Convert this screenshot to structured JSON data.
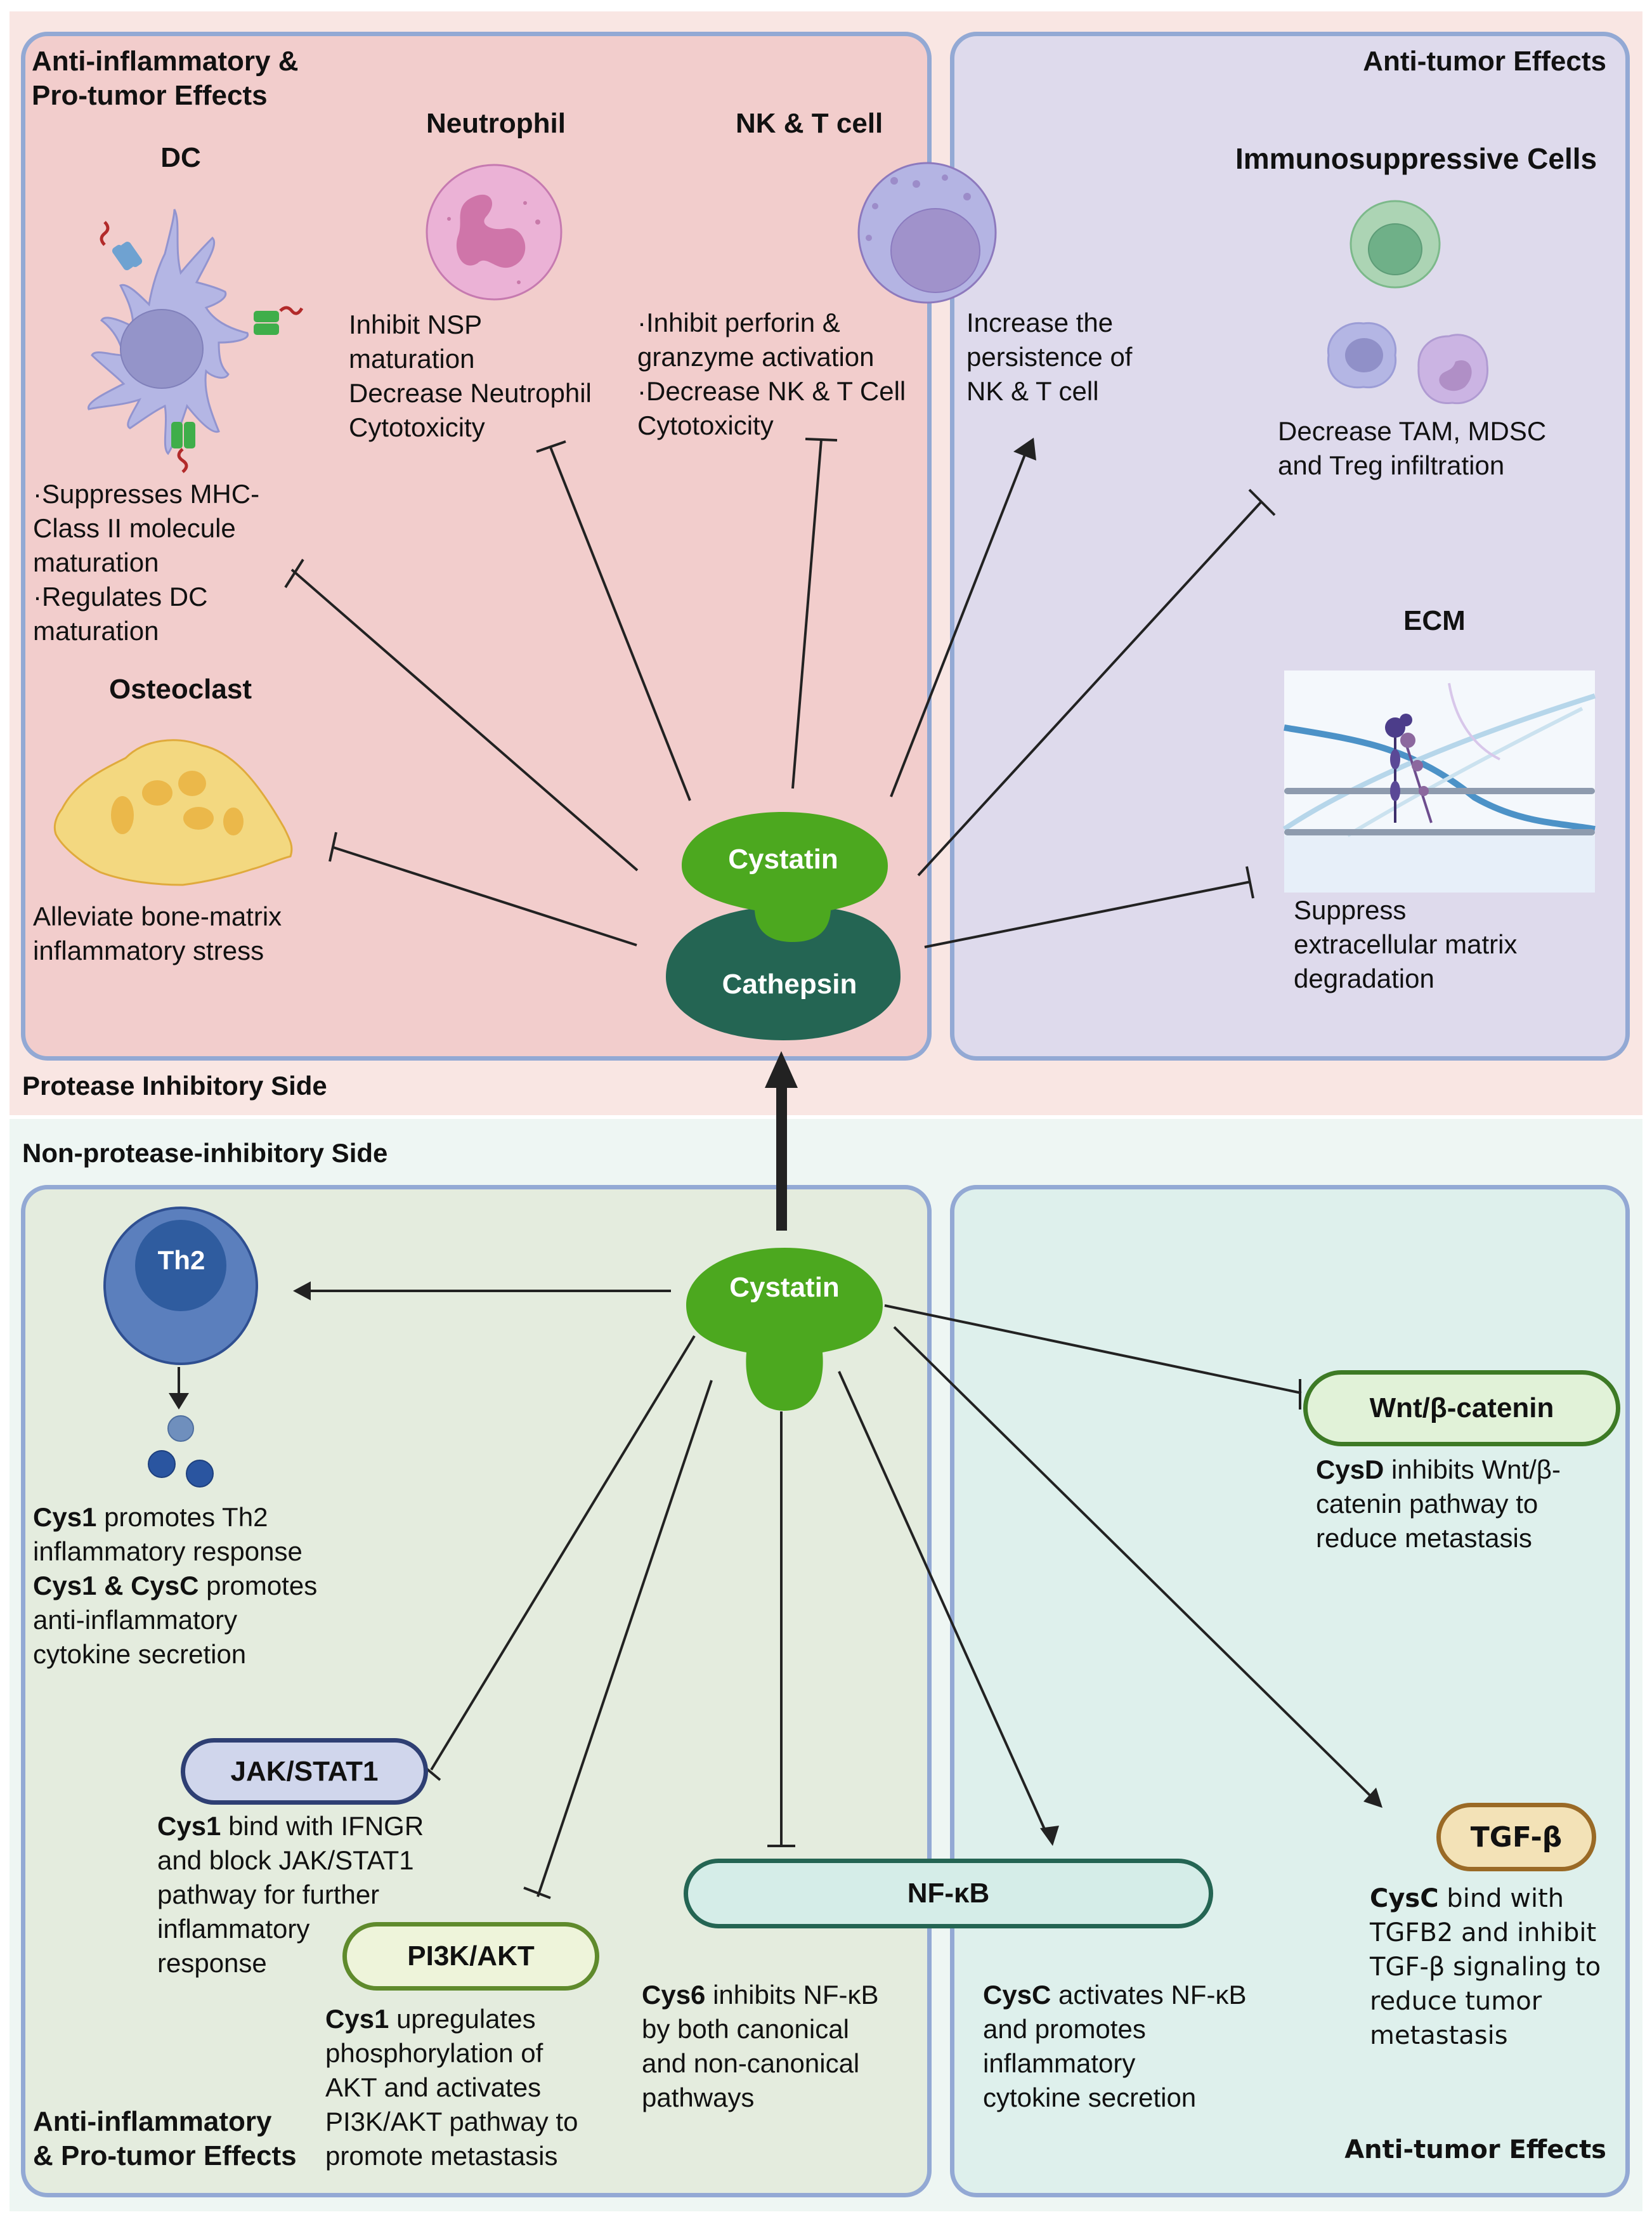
{
  "sections": {
    "top_label": "Protease Inhibitory Side",
    "bottom_label": "Non-protease-inhibitory Side"
  },
  "top_left": {
    "title_line1": "Anti-inflammatory &",
    "title_line2": "Pro-tumor Effects",
    "dc": {
      "title": "DC",
      "lines": [
        "·Suppresses MHC-",
        "Class II molecule",
        "maturation",
        "·Regulates DC",
        "maturation"
      ]
    },
    "neutrophil": {
      "title": "Neutrophil",
      "lines": [
        "Inhibit NSP",
        "maturation",
        "Decrease Neutrophil",
        "Cytotoxicity"
      ]
    },
    "nkt": {
      "title": "NK & T cell",
      "lines": [
        "·Inhibit perforin &",
        "granzyme activation",
        "·Decrease NK & T Cell",
        "Cytotoxicity"
      ]
    },
    "osteoclast": {
      "title": "Osteoclast",
      "lines": [
        "Alleviate bone-matrix",
        "inflammatory stress"
      ]
    }
  },
  "top_right": {
    "title": "Anti-tumor Effects",
    "nk_persist": {
      "lines": [
        "Increase the",
        "persistence of",
        "NK & T cell"
      ]
    },
    "immuno": {
      "title": "Immunosuppressive Cells",
      "lines": [
        "Decrease TAM, MDSC",
        "and Treg infiltration"
      ]
    },
    "ecm": {
      "title": "ECM",
      "lines": [
        "Suppress",
        "extracellular matrix",
        "degradation"
      ]
    }
  },
  "center_top": {
    "cystatin": "Cystatin",
    "cathepsin": "Cathepsin"
  },
  "center_bottom": {
    "cystatin": "Cystatin"
  },
  "bottom_left": {
    "footer_line1": "Anti-inflammatory",
    "footer_line2": "& Pro-tumor Effects",
    "th2": {
      "label": "Th2",
      "l1_bold": "Cys1",
      "l1_rest": " promotes Th2",
      "l2": "inflammatory response",
      "l3_bold": "Cys1 & CysC",
      "l3_rest": " promotes",
      "l4": "anti-inflammatory",
      "l5": "cytokine secretion"
    },
    "jak": {
      "label": "JAK/STAT1",
      "l1_bold": "Cys1",
      "l1_rest": " bind with IFNGR",
      "l2": "and block JAK/STAT1",
      "l3": "pathway for further",
      "l4": "inflammatory",
      "l5": "response"
    },
    "pi3k": {
      "label": "PI3K/AKT",
      "l1_bold": "Cys1",
      "l1_rest": " upregulates",
      "l2": "phosphorylation of",
      "l3": "AKT and activates",
      "l4": "PI3K/AKT pathway to",
      "l5": "promote metastasis"
    },
    "nfkb_left": {
      "l1_bold": "Cys6",
      "l1_rest": " inhibits NF-κB",
      "l2": "by both canonical",
      "l3": "and non-canonical",
      "l4": "pathways"
    }
  },
  "nfkb": {
    "label": "NF-κB"
  },
  "bottom_right": {
    "footer": "Anti-tumor Effects",
    "wnt": {
      "label": "Wnt/β-catenin",
      "l1_bold": "CysD",
      "l1_rest": " inhibits Wnt/β-",
      "l2": "catenin pathway to",
      "l3": "reduce metastasis"
    },
    "nfkb_right": {
      "l1_bold": "CysC",
      "l1_rest": " activates NF-κB",
      "l2": "and promotes",
      "l3": "inflammatory",
      "l4": "cytokine secretion"
    },
    "tgf": {
      "label": "TGF-β",
      "l1_bold": "CysC",
      "l1_rest": " bind with",
      "l2": "TGFB2 and inhibit",
      "l3": "TGF-β signaling to",
      "l4": "reduce tumor",
      "l5": "metastasis"
    }
  },
  "colors": {
    "cystatin": "#4ca81f",
    "cathepsin": "#246553",
    "panel_border": "#93a9d4",
    "jak_fill": "#d0d6ec",
    "jak_border": "#2e3f73",
    "pi3k_fill": "#eef4da",
    "pi3k_border": "#5f8a2c",
    "nfkb_fill": "#d5ede8",
    "nfkb_border": "#246553",
    "wnt_fill": "#e1f2d8",
    "wnt_border": "#3d7a25",
    "tgf_fill": "#f3e2b7",
    "tgf_border": "#9a6a26"
  }
}
